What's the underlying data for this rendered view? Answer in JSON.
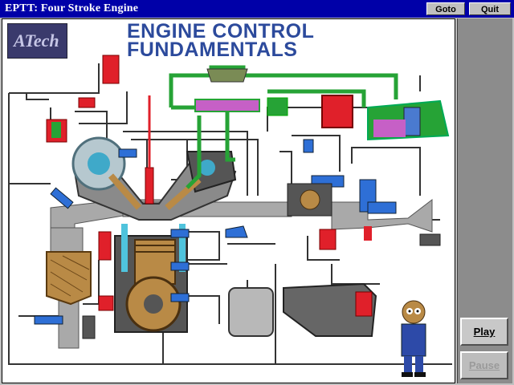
{
  "window": {
    "title": "EPTT:  Four Stroke Engine"
  },
  "titlebar_buttons": {
    "goto": "Goto",
    "quit": "Quit"
  },
  "logo": {
    "text": "ATech"
  },
  "heading": {
    "line1": "ENGINE CONTROL",
    "line2": "FUNDAMENTALS"
  },
  "controls": {
    "play": "Play",
    "pause": "Pause",
    "pause_disabled": true
  },
  "colors": {
    "titlebar": "#0000a8",
    "pipe": "#a9a9a9",
    "heading": "#2c4a9c",
    "sensor_blue": "#2e6fd6",
    "fuel_red": "#e0202a",
    "vacuum_green": "#26a336"
  },
  "icons": [
    "engine-diagram",
    "mechanic-character"
  ]
}
